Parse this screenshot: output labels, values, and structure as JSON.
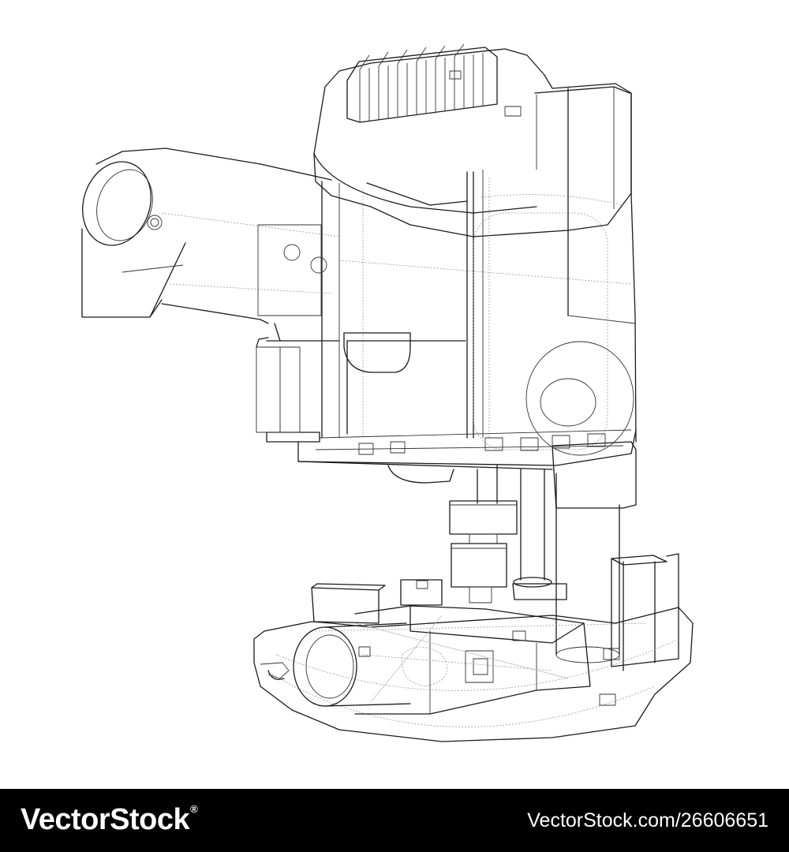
{
  "watermark": {
    "brand": "VectorStock",
    "registered_mark": "®",
    "url": "VectorStock.com/26606651"
  },
  "colors": {
    "background": "#ffffff",
    "line": "#1a1a1a",
    "ghost_line": "#9a9a9a",
    "footer_bg": "#000000",
    "footer_text": "#ffffff"
  },
  "icons": [
    "router-wireframe"
  ]
}
